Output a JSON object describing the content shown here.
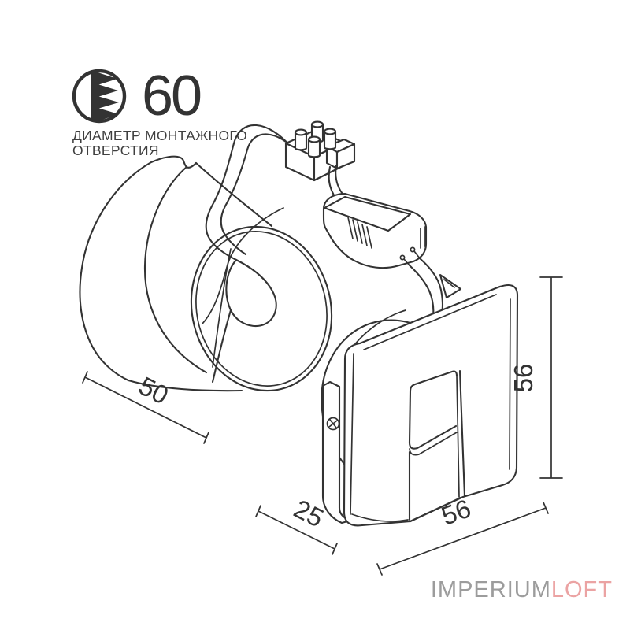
{
  "header": {
    "diameter_value": "60",
    "label_line1": "ДИАМЕТР МОНТАЖНОГО",
    "label_line2": "ОТВЕРСТИЯ"
  },
  "dimensions": {
    "sleeve_length": "50",
    "fixture_depth": "25",
    "fixture_width": "56",
    "fixture_height": "56"
  },
  "brand": {
    "primary": "IMPERIUM",
    "secondary": "LOFT",
    "primary_color": "#9c9c9c",
    "secondary_color": "#eba3a3"
  },
  "drawing": {
    "line_color": "#333333",
    "background_color": "#ffffff"
  }
}
